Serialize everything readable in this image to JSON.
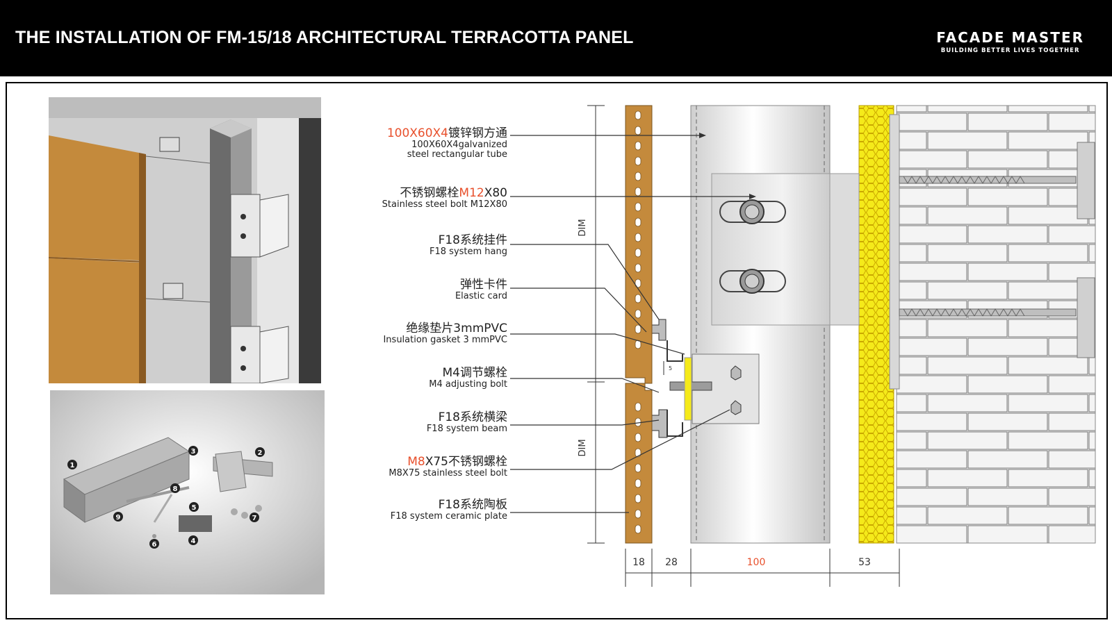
{
  "header": {
    "title": "THE INSTALLATION OF FM-15/18 ARCHITECTURAL TERRACOTTA PANEL",
    "brand_name": "FACADE MASTER",
    "brand_tagline": "BUILDING BETTER LIVES TOGETHER"
  },
  "parts_photo": {
    "callout_numbers": [
      "1",
      "2",
      "3",
      "4",
      "5",
      "6",
      "7",
      "8",
      "9"
    ]
  },
  "callouts": [
    {
      "cn_red": "100X60X4",
      "cn_rest": "镀锌钢方通",
      "en1": "100X60X4galvanized",
      "en2": "steel rectangular tube"
    },
    {
      "cn_pre": "不锈钢螺栓",
      "cn_red": "M12",
      "cn_rest": "X80",
      "en1": "Stainless steel bolt M12X80"
    },
    {
      "cn": "F18系统挂件",
      "en1": "F18 system hang"
    },
    {
      "cn": "弹性卡件",
      "en1": "Elastic card"
    },
    {
      "cn": "绝缘垫片3mmPVC",
      "en1": "Insulation gasket 3 mmPVC"
    },
    {
      "cn": "M4调节螺栓",
      "en1": "M4 adjusting bolt"
    },
    {
      "cn": "F18系统横梁",
      "en1": "F18 system beam"
    },
    {
      "cn_red": "M8",
      "cn_rest": "X75不锈钢螺栓",
      "en1": "M8X75 stainless steel bolt"
    },
    {
      "cn": "F18系统陶板",
      "en1": "F18 system ceramic plate"
    }
  ],
  "dimensions": {
    "dim_label_upper": "DIM",
    "dim_label_lower": "DIM",
    "panel": "18",
    "gap": "28",
    "tube": "100",
    "insulation": "53",
    "adjust_mark": "5"
  },
  "colors": {
    "terracotta": "#c48a3c",
    "insulation_yellow": "#f5ea1a",
    "accent_red": "#e8502c",
    "header_bg": "#000000"
  }
}
